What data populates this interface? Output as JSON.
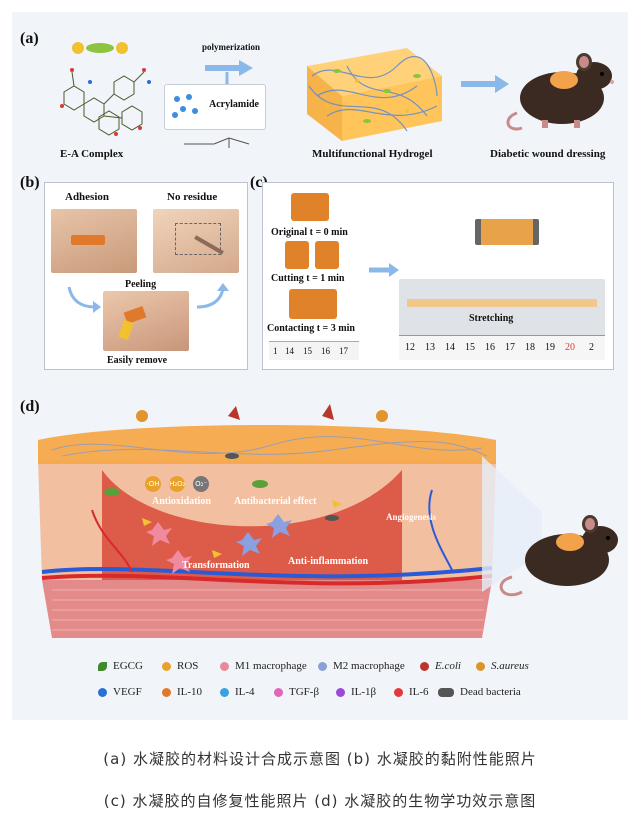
{
  "panel_a": {
    "label": "(a)",
    "complex_label": "E-A Complex",
    "arrow_label": "polymerization",
    "monomer_label": "Acrylamide",
    "hydrogel_label": "Multifunctional Hydrogel",
    "dressing_label": "Diabetic wound dressing"
  },
  "panel_b": {
    "label": "(b)",
    "adhesion": "Adhesion",
    "no_residue": "No residue",
    "peeling": "Peeling",
    "easily_remove": "Easily remove"
  },
  "panel_c": {
    "label": "(c)",
    "original": "Original t = 0 min",
    "cutting": "Cutting t = 1 min",
    "contacting": "Contacting t = 3 min",
    "stretching": "Stretching",
    "ruler_left": [
      "1",
      "14",
      "15",
      "16",
      "17"
    ],
    "ruler_right": [
      "12",
      "13",
      "14",
      "15",
      "16",
      "17",
      "18",
      "19",
      "20",
      "2"
    ]
  },
  "panel_d": {
    "label": "(d)",
    "antioxidation": "Antioxidation",
    "antibacterial": "Antibacterial effect",
    "angiogenesis": "Angiogenesis",
    "transformation": "Transformation",
    "anti_inflammation": "Anti-inflammation",
    "badges": [
      "·OH",
      "H₂O₂",
      "O₂⁻"
    ]
  },
  "legend": {
    "row1": [
      {
        "label": "EGCG",
        "color": "#3f8a2a"
      },
      {
        "label": "ROS",
        "color": "#e8a22c"
      },
      {
        "label": "M1 macrophage",
        "color": "#e88a9a"
      },
      {
        "label": "M2 macrophage",
        "color": "#8aa0d8"
      },
      {
        "label": "E.coli",
        "color": "#b8362a"
      },
      {
        "label": "S.aureus",
        "color": "#d9962a"
      }
    ],
    "row2": [
      {
        "label": "VEGF",
        "color": "#2a6fd6"
      },
      {
        "label": "IL-10",
        "color": "#e07a2a"
      },
      {
        "label": "IL-4",
        "color": "#3aa0e0"
      },
      {
        "label": "TGF-β",
        "color": "#e066b8"
      },
      {
        "label": "IL-1β",
        "color": "#9a4ad8"
      },
      {
        "label": "IL-6",
        "color": "#e03a3a"
      },
      {
        "label": "Dead bacteria",
        "color": "#555555"
      }
    ]
  },
  "captions": {
    "line1": "(a) 水凝胶的材料设计合成示意图 (b) 水凝胶的黏附性能照片",
    "line2": "(c) 水凝胶的自修复性能照片 (d) 水凝胶的生物学功效示意图"
  }
}
